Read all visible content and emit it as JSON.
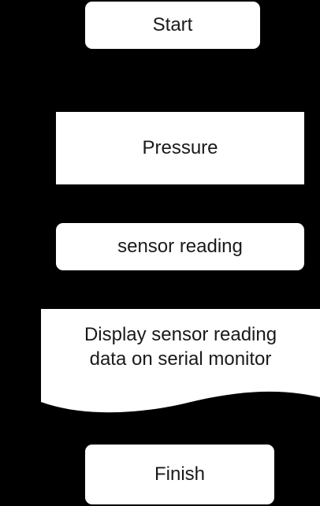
{
  "flowchart": {
    "start": "Start",
    "pressure": "Pressure",
    "sensor_reading": "sensor reading",
    "display_line1": "Display sensor reading",
    "display_line2": "data on serial monitor",
    "finish": "Finish"
  },
  "colors": {
    "background": "#000000",
    "node_fill": "#ffffff",
    "text": "#1a1a1a"
  }
}
